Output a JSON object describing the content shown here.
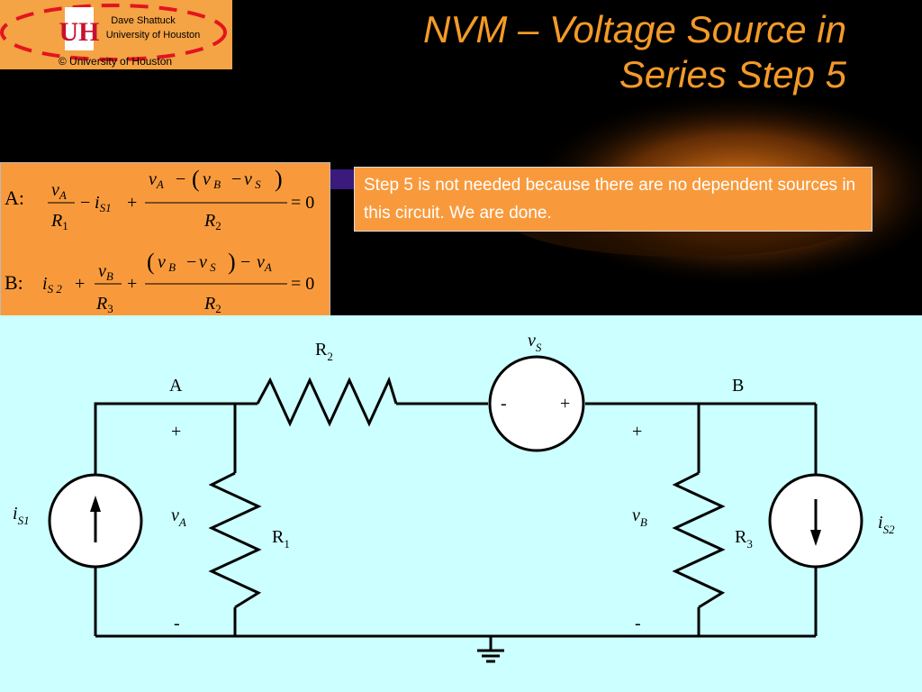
{
  "logo": {
    "line1": "Dave Shattuck",
    "line2": "University of Houston",
    "copyright": "© University of Houston",
    "emblem": "UH"
  },
  "title": {
    "line1": "NVM – Voltage Source in",
    "line2": "Series Step 5"
  },
  "equations": {
    "a_label": "A:",
    "b_label": "B:",
    "rhs": "= 0"
  },
  "note": {
    "text": "Step 5 is not needed because there are no dependent sources in this circuit.  We are done."
  },
  "circuit": {
    "node_a": "A",
    "node_b": "B",
    "r1": "R",
    "r1_sub": "1",
    "r2": "R",
    "r2_sub": "2",
    "r3": "R",
    "r3_sub": "3",
    "vs": "v",
    "vs_sub": "S",
    "vs_minus": "-",
    "vs_plus": "+",
    "va": "v",
    "va_sub": "A",
    "vb": "v",
    "vb_sub": "B",
    "is1": "i",
    "is1_sub": "S1",
    "is2": "i",
    "is2_sub": "S2",
    "plus": "+",
    "minus": "-"
  },
  "colors": {
    "orange_box": "#f89a3c",
    "title": "#f49a28",
    "circuit_bg": "#ccffff"
  }
}
